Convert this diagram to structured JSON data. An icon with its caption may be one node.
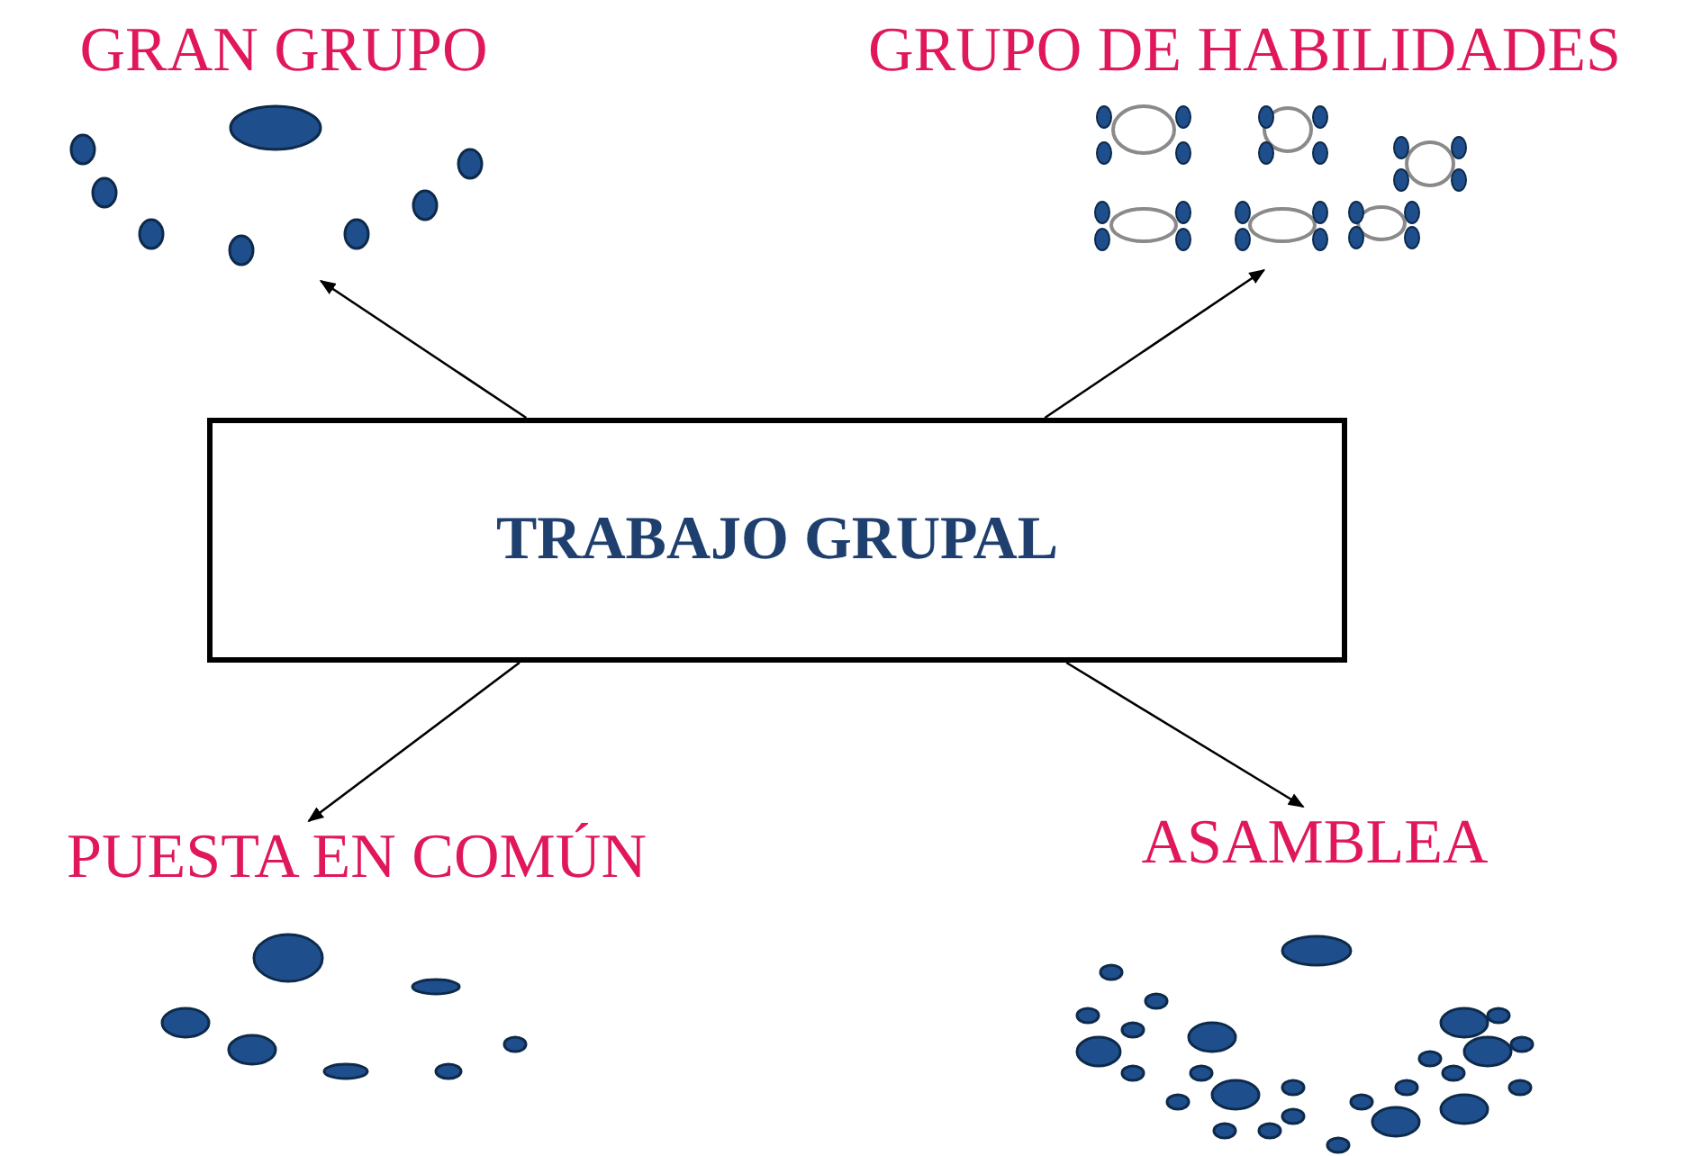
{
  "diagram": {
    "nodes": [
      {
        "text": [
          "TRABAJO GRUPAL"
        ]
      },
      {
        "text": [
          "GRAN GRUPO"
        ]
      },
      {
        "text": [
          "GRUPO DE HABILIDADES"
        ]
      },
      {
        "text": [
          "PUESTA EN COMÚN"
        ]
      },
      {
        "text": [
          "ASAMBLEA"
        ]
      }
    ],
    "edges": [
      {
        "from": 0,
        "to": 1,
        "arrow": "to"
      },
      {
        "from": 0,
        "to": 2,
        "arrow": "to"
      },
      {
        "from": 0,
        "to": 3,
        "arrow": "to"
      },
      {
        "from": 0,
        "to": 4,
        "arrow": "to"
      }
    ]
  }
}
